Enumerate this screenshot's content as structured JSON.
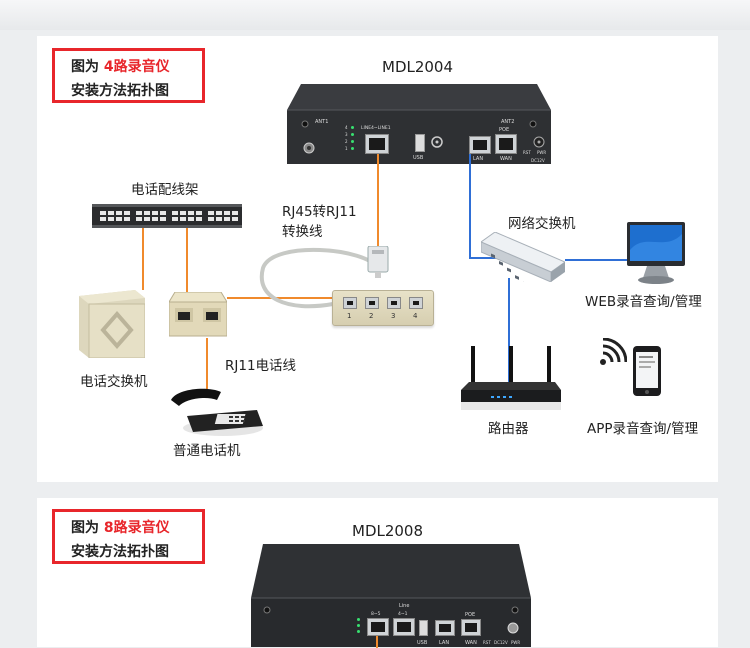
{
  "section1": {
    "title_prefix": "图为 ",
    "title_highlight": "4路录音仪",
    "title_line2": "安装方法拓扑图",
    "model": "MDL2004",
    "labels": {
      "patch_panel": "电话配线架",
      "rj45_adapter_line1": "RJ45转RJ11",
      "rj45_adapter_line2": "转换线",
      "switch": "网络交换机",
      "web_manage": "WEB录音查询/管理",
      "pbx": "电话交换机",
      "rj11_line": "RJ11电话线",
      "router": "路由器",
      "app_manage": "APP录音查询/管理",
      "phone": "普通电话机"
    },
    "device_text": {
      "ant1": "ANT1",
      "ant2": "ANT2",
      "line_label": "LINE4~LINE1",
      "usb": "USB",
      "lan": "LAN",
      "poe": "POE",
      "wan": "WAN",
      "rst": "RST",
      "pwr": "PWR",
      "dc": "DC12V",
      "led_numbers": [
        "4",
        "3",
        "2",
        "1"
      ],
      "splitter_numbers": [
        "1",
        "2",
        "3",
        "4"
      ]
    }
  },
  "section2": {
    "title_prefix": "图为 ",
    "title_highlight": "8路录音仪",
    "title_line2": "安装方法拓扑图",
    "model": "MDL2008",
    "device_text": {
      "line": "Line",
      "port_a": "8~5",
      "port_b": "4~1",
      "usb": "USB",
      "lan": "LAN",
      "poe": "POE",
      "wan": "WAN",
      "rst": "RST",
      "dc": "DC12V",
      "pwr": "PWR"
    }
  },
  "colors": {
    "highlight_red": "#e8262b",
    "phone_wire_orange": "#f08a2c",
    "network_wire_blue": "#2f6fd6",
    "device_body": "#2d2e31"
  }
}
